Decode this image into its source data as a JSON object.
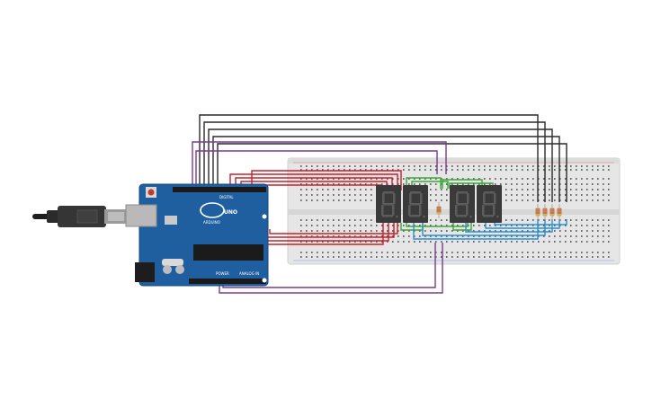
{
  "board": {
    "name_label": "UNO",
    "brand_label": "ARDUINO",
    "digital_label": "DIGITAL",
    "power_label": "POWER",
    "analog_label": "ANALOG IN"
  },
  "colors": {
    "board": "#1f5fa0",
    "breadboard": "#e4e4e4",
    "wire_black": "#2a2a2a",
    "wire_red": "#c8202a",
    "wire_purple": "#7a3a8f",
    "wire_green": "#3aa63a",
    "wire_blue": "#2b8fcf",
    "display": "#3a3a3a",
    "segment_off": "#5c5c5c"
  },
  "displays": [
    {
      "id": "display-1"
    },
    {
      "id": "display-2"
    },
    {
      "id": "display-3"
    },
    {
      "id": "display-4"
    }
  ],
  "resistors": [
    {
      "id": "resistor-mid"
    },
    {
      "id": "resistor-1"
    },
    {
      "id": "resistor-2"
    },
    {
      "id": "resistor-3"
    },
    {
      "id": "resistor-4"
    }
  ]
}
